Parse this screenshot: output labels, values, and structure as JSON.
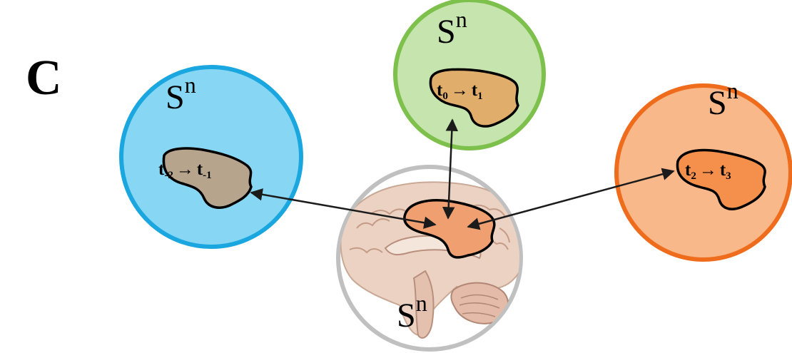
{
  "panel_label": "C",
  "sphere_symbol": {
    "base": "S",
    "exponent": "n"
  },
  "spheres": [
    {
      "id": "left",
      "transition": {
        "from_base": "t",
        "from_sub": "-2",
        "arrow": "→",
        "to_base": "t",
        "to_sub": "-1"
      },
      "fill": "#86d6f4",
      "stroke": "#1aa6df",
      "region_fill": "#b7a48c"
    },
    {
      "id": "top",
      "transition": {
        "from_base": "t",
        "from_sub": "0",
        "arrow": "→",
        "to_base": "t",
        "to_sub": "1"
      },
      "fill": "#c6e4ae",
      "stroke": "#7dc04c",
      "region_fill": "#e1ad6a"
    },
    {
      "id": "right",
      "transition": {
        "from_base": "t",
        "from_sub": "2",
        "arrow": "→",
        "to_base": "t",
        "to_sub": "3"
      },
      "fill": "#f9b88a",
      "stroke": "#ef6c1c",
      "region_fill": "#f4904c"
    },
    {
      "id": "bottom",
      "fill": "#ffffff",
      "stroke": "#c0c0c0",
      "region_fill": "#f0a070"
    }
  ],
  "colors": {
    "arrow": "#1b1b1b",
    "region_outline": "#000000",
    "brain_tissue": "#ecd2c2"
  }
}
